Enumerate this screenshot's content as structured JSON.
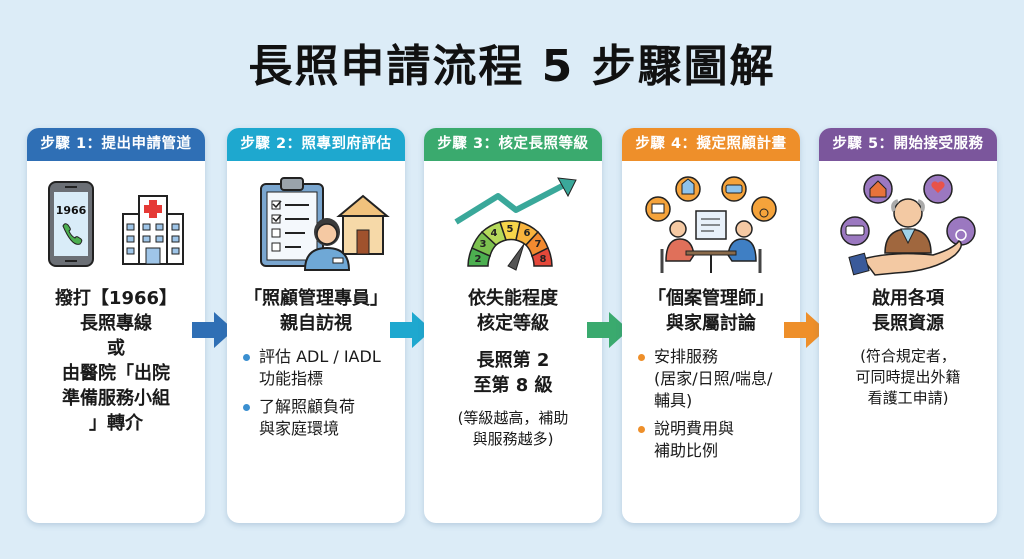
{
  "title": "長照申請流程 5 步驟圖解",
  "colors": {
    "background": "#dcecf7",
    "step1": "#2f6fb5",
    "step2": "#1ea8cf",
    "step3": "#3aaa6e",
    "step4": "#ee8f2a",
    "step5": "#7b569c"
  },
  "steps": [
    {
      "header": "步驟 1：提出申請管道",
      "icons": [
        "phone-1966-icon",
        "hospital-icon"
      ],
      "phone_number": "1966",
      "main_text": "撥打【1966】\n長照專線\n或\n由醫院「出院\n準備服務小組\n」轉介"
    },
    {
      "header": "步驟 2：照專到府評估",
      "icons": [
        "clipboard-checklist-icon",
        "care-manager-icon",
        "house-icon"
      ],
      "main_text": "「照顧管理專員」\n親自訪視",
      "bullets": [
        "評估 ADL / IADL\n功能指標",
        "了解照顧負荷\n與家庭環境"
      ]
    },
    {
      "header": "步驟 3：核定長照等級",
      "icons": [
        "gauge-icon",
        "trend-up-arrow-icon"
      ],
      "gauge_levels": [
        "2",
        "3",
        "4",
        "5",
        "6",
        "7",
        "8"
      ],
      "main_text": "依失能程度\n核定等級",
      "sub_bold": "長照第 2\n至第 8 級",
      "note": "(等級越高，補助\n與服務越多)"
    },
    {
      "header": "步驟 4：擬定照顧計畫",
      "icons": [
        "meeting-icon",
        "document-icon",
        "house-icon",
        "van-icon",
        "wheelchair-icon",
        "equipment-icon"
      ],
      "main_text": "「個案管理師」\n與家屬討論",
      "bullets": [
        "安排服務\n(居家/日照/喘息/\n輔具)",
        "說明費用與\n補助比例"
      ]
    },
    {
      "header": "步驟 5：開始接受服務",
      "icons": [
        "elder-in-hand-icon",
        "house-icon",
        "heart-hand-icon",
        "van-icon",
        "wheelchair-icon"
      ],
      "main_text": "啟用各項\n長照資源",
      "note": "(符合規定者，\n可同時提出外籍\n看護工申請)"
    }
  ]
}
